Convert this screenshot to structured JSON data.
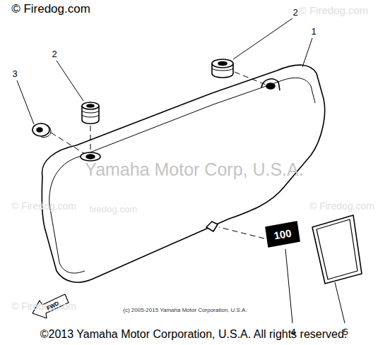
{
  "diagram": {
    "labels": [
      "© Firedog.com",
      "© Firedog.com",
      "© Firedog.com",
      "firedog.com",
      "© Firedog.com",
      "© Firedog.com",
      "Yamaha Motor Corp, U.S.A.",
      "2",
      "1",
      "2",
      "3",
      "4",
      "5",
      "100",
      "FWD",
      "(c) 2005-2015 Yamaha Motor Corporation, U.S.A.",
      "©2013 Yamaha Motor Corporation, U.S.A. All rights reserved."
    ]
  }
}
